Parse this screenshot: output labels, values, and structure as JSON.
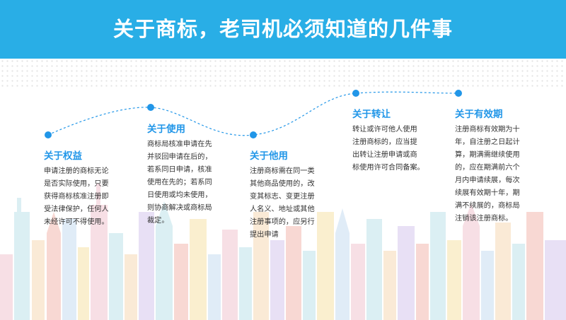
{
  "header": {
    "title": "关于商标，老司机必须知道的几件事",
    "background_color": "#29aee6",
    "title_color": "#ffffff"
  },
  "accent_color": "#2196e8",
  "items": [
    {
      "title": "关于权益",
      "lines": [
        "申请注册的商标无论",
        "是否实际使用，只要",
        "获得商标核准注册即",
        "受法律保护，任何人",
        "未经许可不得使用。"
      ]
    },
    {
      "title": "关于使用",
      "lines": [
        "商标局核准申请在先",
        "并驳回申请在后的，",
        "若系同日申请，核准",
        "使用在先的；若系同",
        "日使用或均未使用，",
        "则协商解决或商标局",
        "裁定。"
      ]
    },
    {
      "title": "关于他用",
      "lines": [
        "注册商标需在同一类",
        "其他商品使用的，改",
        "变其标志、变更注册",
        "人名义、地址或其他",
        "注册事项的，应另行",
        "提出申请"
      ]
    },
    {
      "title": "关于转让",
      "lines": [
        "转让或许可他人使用",
        "注册商标的，应当提",
        "出转让注册申请或商",
        "标使用许可合同备案。"
      ]
    },
    {
      "title": "关于有效期",
      "lines": [
        "注册商标有效期为十",
        "年，自注册之日起计",
        "算，期满需继续使用",
        "的，应在期满前六个",
        "月内申请续展，每次",
        "续展有效期十年，期",
        "满不续展的，商标局",
        "注销该注册商标。"
      ]
    }
  ]
}
